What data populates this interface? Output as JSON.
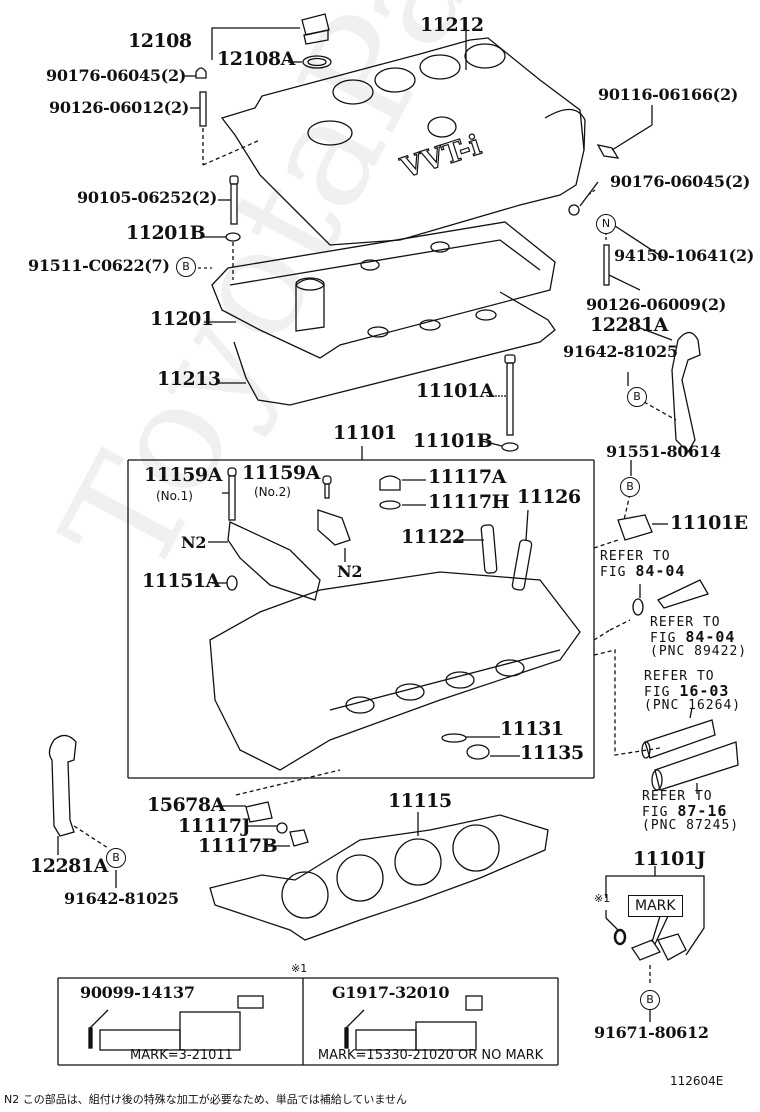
{
  "diagram": {
    "figure_id": "112604E",
    "watermark": "ToyotaPartsInfo.ru",
    "footnote": "N2 この部品は、組付け後の特殊な加工が必要なため、単品では補給していません",
    "callouts": {
      "p12108": "12108",
      "p12108A": "12108A",
      "p11212": "11212",
      "p90176_a": "90176-06045(2)",
      "p90126_06012": "90126-06012(2)",
      "p90116": "90116-06166(2)",
      "p90176_b": "90176-06045(2)",
      "p90105": "90105-06252(2)",
      "p11201B": "11201B",
      "p91511": "91511-C0622(7)",
      "p94150": "94150-10641(2)",
      "p11201": "11201",
      "p90126_06009": "90126-06009(2)",
      "p12281A_top": "12281A",
      "p91642_top": "91642-81025",
      "p11213": "11213",
      "p11101A": "11101A",
      "p11101": "11101",
      "p11101B": "11101B",
      "p91551": "91551-80614",
      "p11159A_1": "11159A",
      "p11159A_1_sub": "(No.1)",
      "p11159A_2": "11159A",
      "p11159A_2_sub": "(No.2)",
      "p11117A": "11117A",
      "p11117H": "11117H",
      "p11126": "11126",
      "p11122": "11122",
      "pN2_a": "N2",
      "pN2_b": "N2",
      "p11151A": "11151A",
      "p11101E": "11101E",
      "p11131": "11131",
      "p11135": "11135",
      "p15678A": "15678A",
      "p11115": "11115",
      "p11117J": "11117J",
      "p11117B": "11117B",
      "p12281A_bot": "12281A",
      "p91642_bot": "91642-81025",
      "p11101J": "11101J",
      "p91671": "91671-80612"
    },
    "refer": [
      {
        "line1": "REFER TO",
        "line2": "FIG",
        "fig": "84-04",
        "pnc": ""
      },
      {
        "line1": "REFER TO",
        "line2": "FIG",
        "fig": "84-04",
        "pnc": "(PNC 89422)"
      },
      {
        "line1": "REFER TO",
        "line2": "FIG",
        "fig": "16-03",
        "pnc": "(PNC 16264)"
      },
      {
        "line1": "REFER TO",
        "line2": "FIG",
        "fig": "87-16",
        "pnc": "(PNC 87245)"
      }
    ],
    "symbols": {
      "b_circle": "B",
      "n_circle": "N",
      "note_ref": "※1",
      "mark_label": "MARK"
    },
    "inset": {
      "title": "※1",
      "left_part": "90099-14137",
      "left_caption": "MARK=3-21011",
      "right_part": "G1917-32010",
      "right_caption": "MARK=15330-21020 OR NO MARK"
    }
  }
}
